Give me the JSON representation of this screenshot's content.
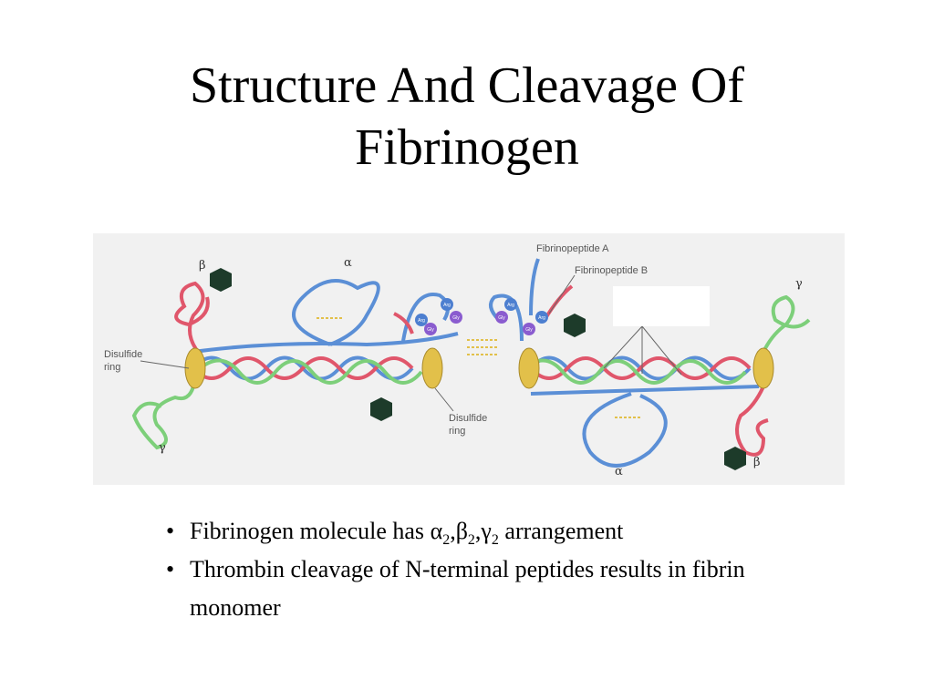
{
  "slide": {
    "title_line1": "Structure And Cleavage Of",
    "title_line2": "Fibrinogen"
  },
  "figure": {
    "labels": {
      "fibrinopeptide_a": "Fibrinopeptide A",
      "fibrinopeptide_b": "Fibrinopeptide B",
      "disulfide_ring_left": "Disulfide\nring",
      "disulfide_ring_center": "Disulfide\nring"
    },
    "chain_labels": {
      "beta_top_left": "β",
      "alpha_top": "α",
      "gamma_top_right": "γ",
      "gamma_bottom_left": "γ",
      "alpha_bottom": "α",
      "beta_bottom_right": "β"
    },
    "residue_labels": [
      "Arg",
      "Arg",
      "Gly",
      "Gly",
      "Arg",
      "Arg",
      "Gly",
      "Gly"
    ],
    "colors": {
      "alpha_chain": "#5b8fd6",
      "beta_chain": "#e0566b",
      "gamma_chain": "#7dcf7a",
      "disulfide_ring": "#e2c04a",
      "carbohydrate": "#1d3b2a",
      "arg": "#4d7fd0",
      "gly": "#8a5ccf"
    }
  },
  "bullets": {
    "item1_prefix": "Fibrinogen molecule has ",
    "item1_a": "α",
    "item1_sub1": "2",
    "item1_sep1": ",",
    "item1_b": "β",
    "item1_sub2": "2",
    "item1_sep2": ",",
    "item1_g": "γ",
    "item1_sub3": "2",
    "item1_suffix": " arrangement",
    "item2": "Thrombin cleavage of N-terminal peptides results in fibrin monomer",
    "bullet_char": "•"
  }
}
